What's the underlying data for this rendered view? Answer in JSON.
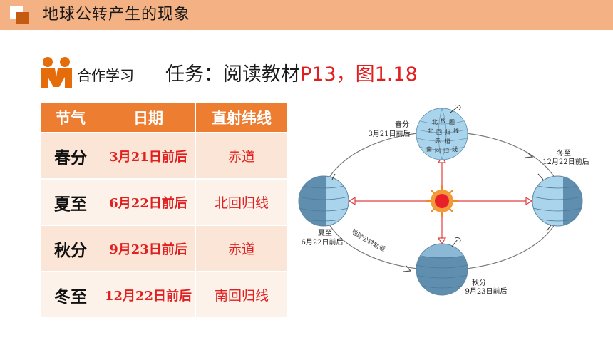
{
  "header": {
    "title": "地球公转产生的现象"
  },
  "cooperation": {
    "label": "合作学习",
    "task_prefix": "任务：阅读教材",
    "task_reference": "P13，图1.18"
  },
  "table": {
    "headers": [
      "节气",
      "日期",
      "直射纬线"
    ],
    "rows": [
      {
        "term": "春分",
        "date": "3月21日前后",
        "latitude": "赤道"
      },
      {
        "term": "夏至",
        "date": "6月22日前后",
        "latitude": "北回归线"
      },
      {
        "term": "秋分",
        "date": "9月23日前后",
        "latitude": "赤道"
      },
      {
        "term": "冬至",
        "date": "12月22日前后",
        "latitude": "南回归线"
      }
    ]
  },
  "diagram": {
    "spring_name": "春分",
    "spring_date": "3月21日前后",
    "summer_name": "夏至",
    "summer_date": "6月22日前后",
    "autumn_name": "秋分",
    "autumn_date": "9月23日前后",
    "winter_name": "冬至",
    "winter_date": "12月22日前后",
    "orbit_label": "地球公转轨道",
    "lat_labels": [
      "北",
      "极",
      "圈",
      "北",
      "回",
      "归",
      "线",
      "赤",
      "道",
      "南",
      "回",
      "归",
      "线"
    ],
    "colors": {
      "sun": "#e8202a",
      "sun_rays": "#f08a20",
      "earth_light": "#a9d4ec",
      "earth_dark": "#5f8eaf",
      "arrow": "#e24040"
    }
  }
}
